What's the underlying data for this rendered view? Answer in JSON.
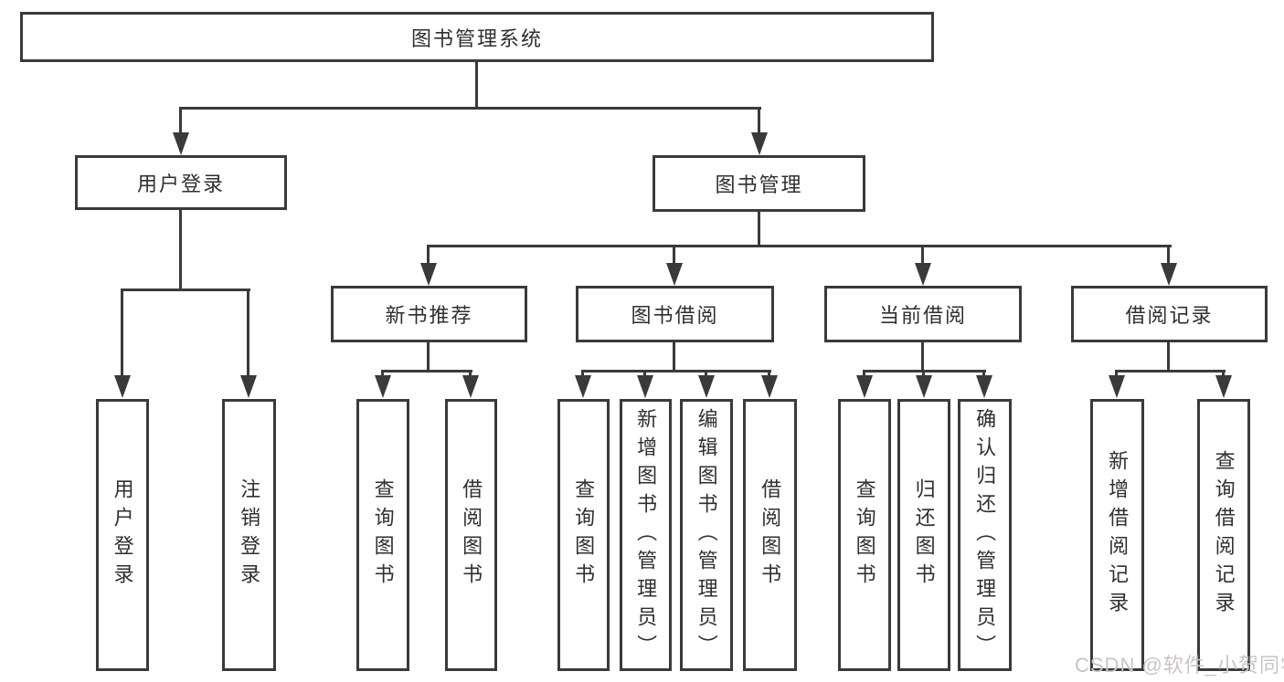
{
  "watermark": "CSDN @软件_小贺同学",
  "colors": {
    "line": "#3a3a3a",
    "text": "#2f2f2f",
    "background": "#ffffff",
    "watermark": "#c7c5c5"
  },
  "tree": {
    "label": "图书管理系统",
    "children": [
      {
        "label": "用户登录",
        "children": [
          {
            "label": "用户登录"
          },
          {
            "label": "注销登录"
          }
        ]
      },
      {
        "label": "图书管理",
        "children": [
          {
            "label": "新书推荐",
            "children": [
              {
                "label": "查询图书"
              },
              {
                "label": "借阅图书"
              }
            ]
          },
          {
            "label": "图书借阅",
            "children": [
              {
                "label": "查询图书"
              },
              {
                "label": "新增图书（管理员）"
              },
              {
                "label": "编辑图书（管理员）"
              },
              {
                "label": "借阅图书"
              }
            ]
          },
          {
            "label": "当前借阅",
            "children": [
              {
                "label": "查询图书"
              },
              {
                "label": "归还图书"
              },
              {
                "label": "确认归还（管理员）"
              }
            ]
          },
          {
            "label": "借阅记录",
            "children": [
              {
                "label": "新增借阅记录"
              },
              {
                "label": "查询借阅记录"
              }
            ]
          }
        ]
      }
    ]
  }
}
